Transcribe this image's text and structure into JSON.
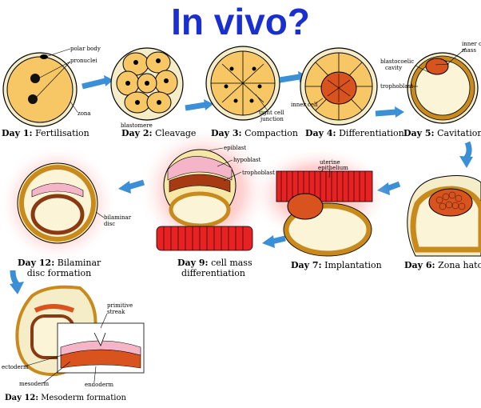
{
  "title": "In vivo?",
  "colors": {
    "title": "#1a2fd0",
    "arrow": "#3a8fd6",
    "cell": "#f7c766",
    "inner": "#d9531e",
    "outline": "#000000",
    "zona": "#f5ecc8"
  },
  "stages": [
    {
      "day": "Day 1:",
      "name": "Fertilisation"
    },
    {
      "day": "Day 2:",
      "name": "Cleavage"
    },
    {
      "day": "Day 3:",
      "name": "Compaction"
    },
    {
      "day": "Day 4:",
      "name": "Differentiation"
    },
    {
      "day": "Day 5:",
      "name": "Cavitation"
    },
    {
      "day": "Day 6:",
      "name": "Zona hatching"
    },
    {
      "day": "Day 7:",
      "name": "Implantation"
    },
    {
      "day": "Day 9:",
      "name": "cell mass",
      "name2": "differentiation"
    },
    {
      "day": "Day 12:",
      "name": "Bilaminar",
      "name2": "disc formation"
    },
    {
      "day": "Day 12:",
      "name": "Mesoderm formation"
    }
  ],
  "labels": {
    "polar_body": "polar body",
    "pronuclei": "pronuclei",
    "zona": "zona",
    "blastomere": "blastomere",
    "tight_cell": "tight cell",
    "junction": "junction",
    "inner_cell": "inner cell",
    "inner_cell_mass_1": "inner ce",
    "inner_cell_mass_2": "mass",
    "blastocoelic_1": "blastocoelic",
    "blastocoelic_2": "cavity",
    "trophoblast": "trophoblast",
    "uterine_1": "uterine",
    "uterine_2": "epithelium",
    "epiblast": "epiblast",
    "hypoblast": "hypoblast",
    "trophoblast2": "trophoblast",
    "bilaminar_1": "bilaminar",
    "bilaminar_2": "disc",
    "primitive_1": "primitive",
    "primitive_2": "streak",
    "ectoderm": "ectoderm",
    "mesoderm": "mesoderm",
    "endoderm": "endoderm"
  }
}
